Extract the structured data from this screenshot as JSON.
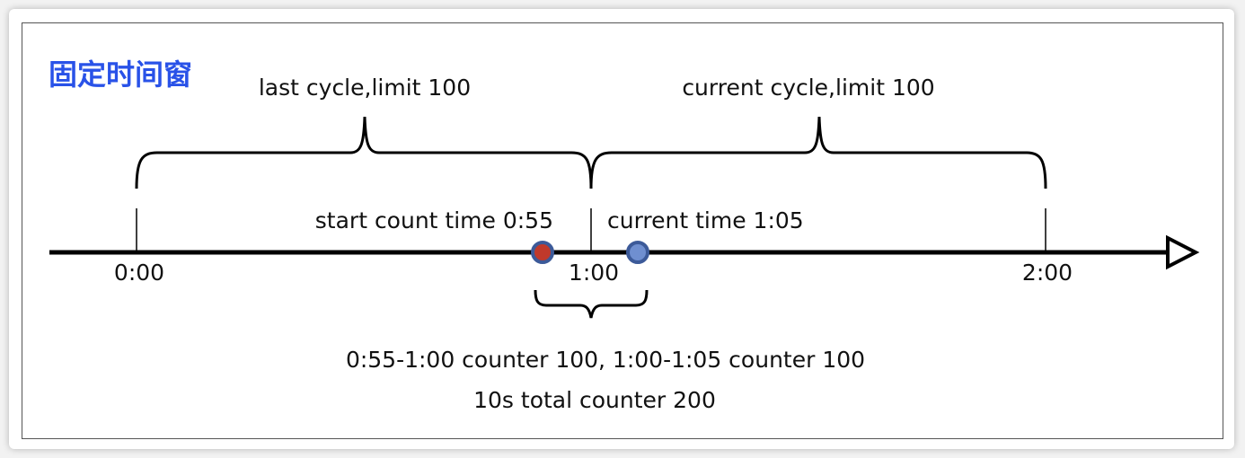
{
  "title": "固定时间窗",
  "colors": {
    "title": "#2952e8",
    "line": "#000000",
    "start_dot_fill": "#c0392b",
    "dot_ring": "#3c5a99",
    "current_dot_fill": "#6f8fd0"
  },
  "cycles": {
    "last": "last cycle,limit 100",
    "current": "current cycle,limit 100"
  },
  "ticks": [
    "0:00",
    "1:00",
    "2:00"
  ],
  "markers": {
    "start": "start count time 0:55",
    "current": "current time 1:05"
  },
  "summary": {
    "line1": "0:55-1:00 counter 100, 1:00-1:05 counter 100",
    "line2": "10s total counter 200"
  }
}
